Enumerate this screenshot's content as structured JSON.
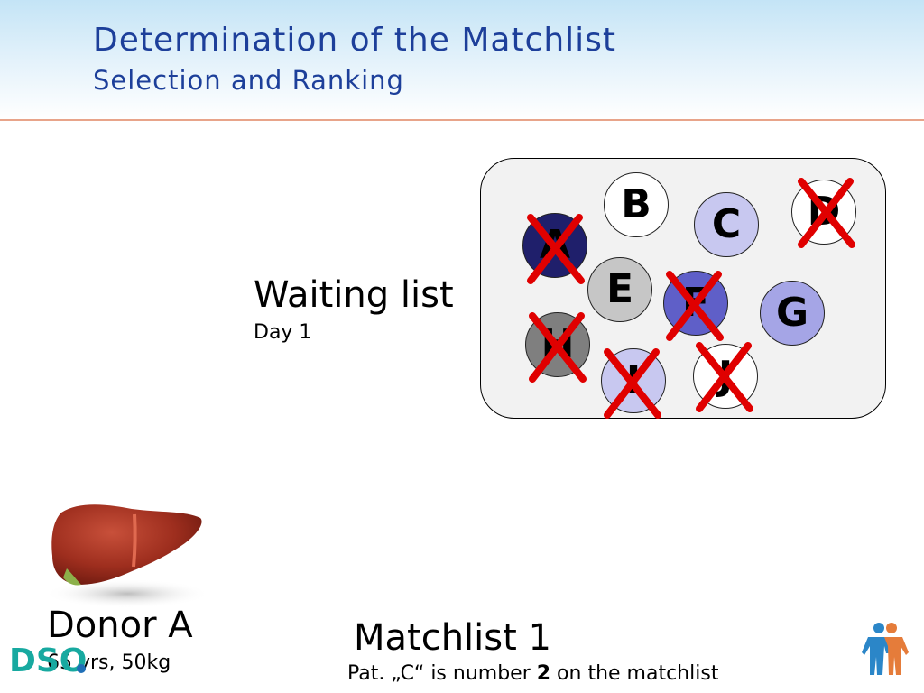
{
  "header": {
    "title": "Determination of the Matchlist",
    "subtitle": "Selection and Ranking"
  },
  "waiting_list": {
    "label": "Waiting list",
    "day": "Day 1",
    "patients": [
      {
        "letter": "A",
        "fill": "#1f1f6b",
        "text_color": "#000000",
        "excluded": true
      },
      {
        "letter": "B",
        "fill": "#ffffff",
        "text_color": "#000000",
        "excluded": false
      },
      {
        "letter": "C",
        "fill": "#c8c8f0",
        "text_color": "#000000",
        "excluded": false
      },
      {
        "letter": "D",
        "fill": "#ffffff",
        "text_color": "#000000",
        "excluded": true
      },
      {
        "letter": "E",
        "fill": "#c6c6c6",
        "text_color": "#000000",
        "excluded": false
      },
      {
        "letter": "F",
        "fill": "#5f5fc8",
        "text_color": "#000000",
        "excluded": true
      },
      {
        "letter": "G",
        "fill": "#a5a5e6",
        "text_color": "#000000",
        "excluded": false
      },
      {
        "letter": "H",
        "fill": "#7f7f7f",
        "text_color": "#000000",
        "excluded": true
      },
      {
        "letter": "I",
        "fill": "#c8c8f0",
        "text_color": "#000000",
        "excluded": true
      },
      {
        "letter": "J",
        "fill": "#ffffff",
        "text_color": "#000000",
        "excluded": true
      }
    ]
  },
  "donor": {
    "title": "Donor A",
    "info": "65 yrs, 50kg"
  },
  "matchlist": {
    "title": "Matchlist 1",
    "desc_before": "Pat. „C“ is number ",
    "desc_rank": "2",
    "desc_after": " on the matchlist"
  },
  "logo": {
    "text": "DSO"
  },
  "colors": {
    "title_blue": "#1d3f9a",
    "cross_red": "#e00000",
    "rule_orange": "#e8a48a",
    "logo_teal": "#17a9a0",
    "logo_blue": "#1f6fb7",
    "person_blue": "#2b86c8",
    "person_orange": "#e57c3a"
  }
}
